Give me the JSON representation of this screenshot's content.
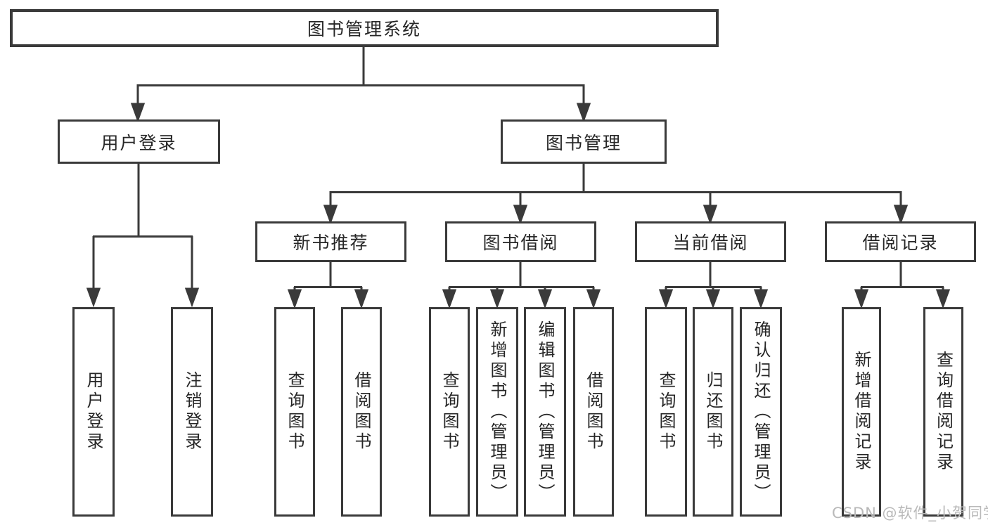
{
  "tree": {
    "root": "图书管理系统",
    "children": [
      {
        "label": "用户登录",
        "children": [
          {
            "label": "用户登录"
          },
          {
            "label": "注销登录"
          }
        ]
      },
      {
        "label": "图书管理",
        "children": [
          {
            "label": "新书推荐",
            "children": [
              {
                "label": "查询图书"
              },
              {
                "label": "借阅图书"
              }
            ]
          },
          {
            "label": "图书借阅",
            "children": [
              {
                "label": "查询图书"
              },
              {
                "label": "新增图书（管理员）"
              },
              {
                "label": "编辑图书（管理员）"
              },
              {
                "label": "借阅图书"
              }
            ]
          },
          {
            "label": "当前借阅",
            "children": [
              {
                "label": "查询图书"
              },
              {
                "label": "归还图书"
              },
              {
                "label": "确认归还（管理员）"
              }
            ]
          },
          {
            "label": "借阅记录",
            "children": [
              {
                "label": "新增借阅记录"
              },
              {
                "label": "查询借阅记录"
              }
            ]
          }
        ]
      }
    ]
  },
  "watermark": {
    "text": "CSDN @软件_小贺同学"
  },
  "colors": {
    "line": "#3a3a3a",
    "text": "#262626",
    "watermark": "#b9b9b9",
    "background": "#ffffff"
  }
}
